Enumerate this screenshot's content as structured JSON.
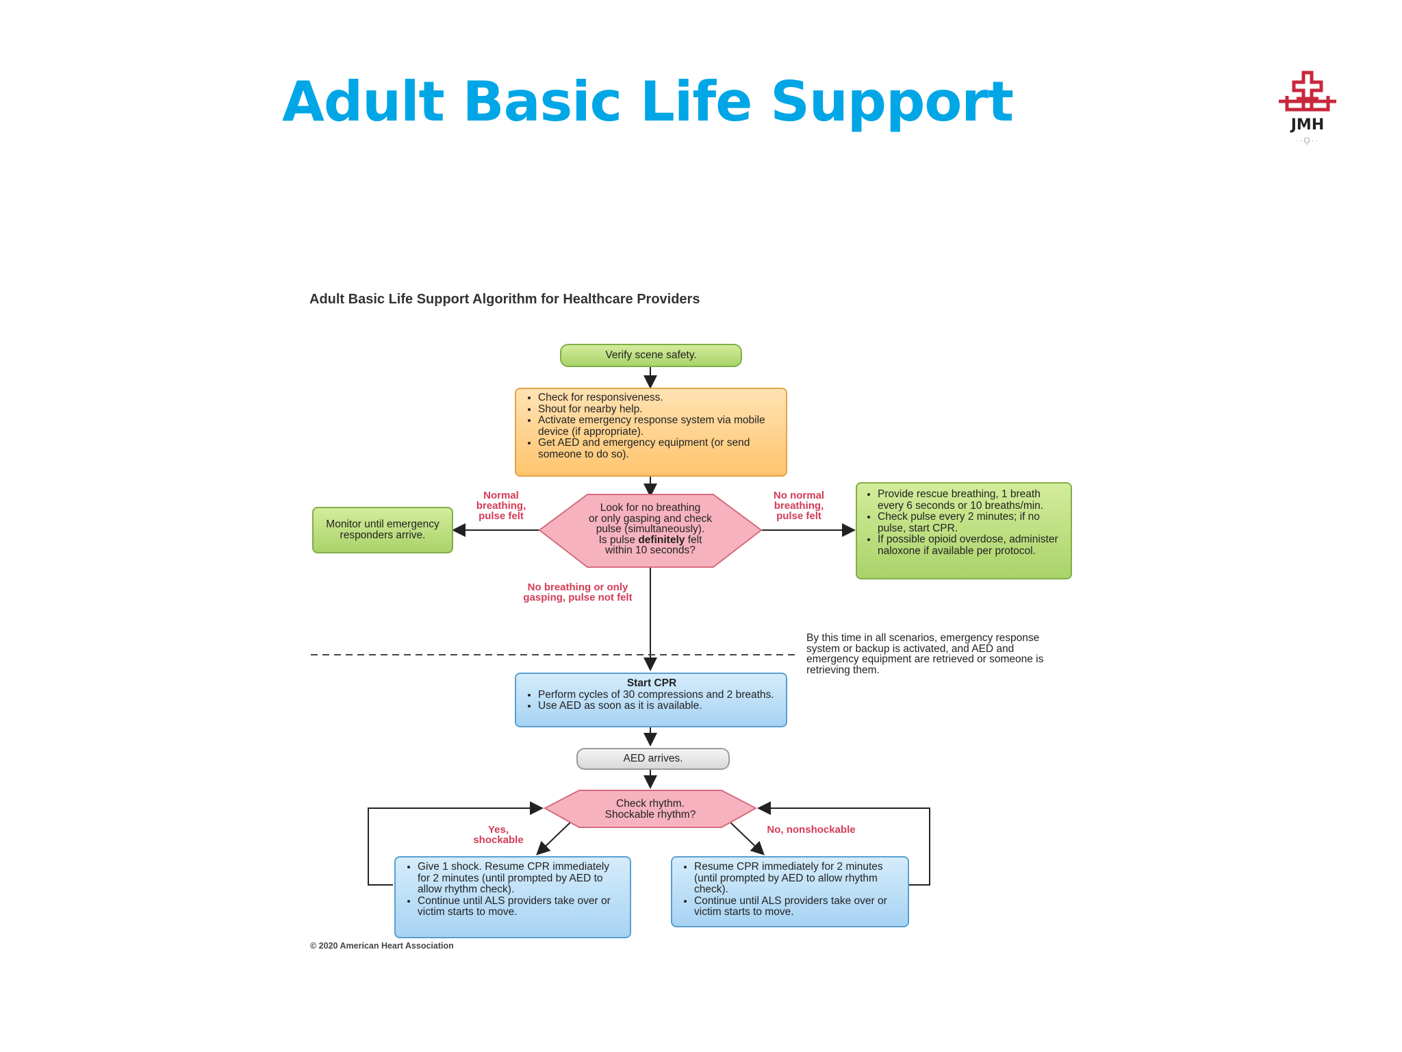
{
  "slide": {
    "title": "Adult Basic Life Support"
  },
  "logo": {
    "text": "JMH"
  },
  "algorithm": {
    "title": "Adult Basic Life Support Algorithm for Healthcare Providers",
    "verify": "Verify scene safety.",
    "check_items": [
      "Check for responsiveness.",
      "Shout for nearby help.",
      "Activate emergency response system via mobile device (if appropriate).",
      "Get AED and emergency equipment (or send someone to do so)."
    ],
    "assess": {
      "line1": "Look for no breathing",
      "line2": "or only gasping and check",
      "line3": "pulse (simultaneously).",
      "line4_pre": "Is pulse ",
      "line4_bold": "definitely",
      "line4_post": " felt",
      "line5": "within 10 seconds?"
    },
    "label_normal": "Normal breathing, pulse felt",
    "label_no_normal": "No normal breathing, pulse felt",
    "label_no_breathing": "No breathing or only gasping, pulse not felt",
    "monitor": "Monitor until emergency responders arrive.",
    "rescue_items": [
      "Provide rescue breathing, 1 breath every 6 seconds or 10 breaths/min.",
      "Check pulse every 2 minutes; if no pulse, start CPR.",
      "If possible opioid overdose, administer naloxone if available per protocol."
    ],
    "note": "By this time in all scenarios, emergency response system or backup is activated, and AED and emergency equipment are retrieved or someone is retrieving them.",
    "start_cpr": {
      "heading": "Start CPR",
      "items": [
        "Perform cycles of 30 compressions and 2 breaths.",
        "Use AED as soon as it is available."
      ]
    },
    "aed": "AED arrives.",
    "rhythm": {
      "line1": "Check rhythm.",
      "line2": "Shockable rhythm?"
    },
    "label_yes": "Yes, shockable",
    "label_no": "No, nonshockable",
    "shock_items": [
      "Give 1 shock. Resume CPR immediately for 2 minutes (until prompted by AED to allow rhythm check).",
      "Continue until ALS providers take over or victim starts to move."
    ],
    "nonshock_items": [
      "Resume CPR immediately for 2 minutes (until prompted by AED to allow rhythm check).",
      "Continue until ALS providers take over or victim starts to move."
    ],
    "copyright": "© 2020 American Heart Association"
  }
}
